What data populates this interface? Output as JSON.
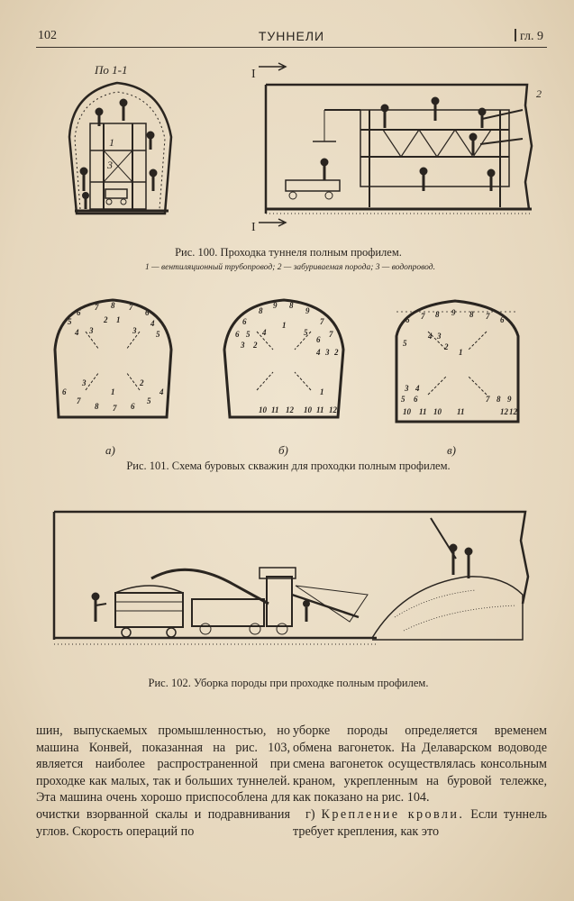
{
  "header": {
    "page_number": "102",
    "title": "ТУННЕЛИ",
    "chapter": "гл. 9"
  },
  "fig100": {
    "section_label": "По 1-1",
    "cross_marker_top": "I",
    "cross_marker_bottom": "I",
    "callouts": [
      "1",
      "2",
      "3"
    ],
    "caption": "Рис. 100. Проходка туннеля полным профилем.",
    "legend": "1 — вентиляционный трубопровод; 2 — забуриваемая порода; 3 — водопровод."
  },
  "fig101": {
    "labels": [
      "а)",
      "б)",
      "в)"
    ],
    "caption": "Рис. 101. Схема буровых скважин для проходки полным профилем.",
    "hole_numbers": {
      "a": [
        "6",
        "7",
        "8",
        "7",
        "6",
        "5",
        "4",
        "3",
        "2",
        "1",
        "3",
        "4",
        "5",
        "6",
        "7",
        "8",
        "7",
        "6",
        "5",
        "4",
        "3",
        "2",
        "1"
      ],
      "b": [
        "8",
        "9",
        "8",
        "9",
        "6",
        "7",
        "6",
        "5",
        "4",
        "3",
        "2",
        "1",
        "7",
        "6",
        "5",
        "4",
        "3",
        "2",
        "1",
        "10",
        "11",
        "12",
        "10",
        "11",
        "12"
      ],
      "c": [
        "6",
        "7",
        "8",
        "9",
        "8",
        "7",
        "6",
        "5",
        "4",
        "3",
        "2",
        "1",
        "3",
        "4",
        "5",
        "6",
        "7",
        "8",
        "9",
        "10",
        "11",
        "12",
        "10",
        "11",
        "12"
      ]
    }
  },
  "fig102": {
    "caption": "Рис. 102. Уборка породы при проходке полным профилем."
  },
  "text": {
    "left_column": "шин, выпускаемых промышленностью, но машина Конвей, показанная на рис. 103, является наиболее распространенной при проходке как малых, так и больших туннелей. Эта машина очень хорошо приспособлена для очистки взорванной скалы и подравнивания углов. Скорость операций по",
    "right_para1": "уборке породы определяется временем обмена вагонеток. На Делаварском водоводе смена вагонеток осуществлялась консольным краном, укрепленным на буровой тележке, как показано на рис. 104.",
    "right_para2_prefix": "г) ",
    "right_para2_spaced": "Крепление кровли.",
    "right_para2_rest": " Если туннель требует крепления, как это"
  },
  "colors": {
    "paper": "#e9dcc6",
    "ink": "#2a2520"
  }
}
